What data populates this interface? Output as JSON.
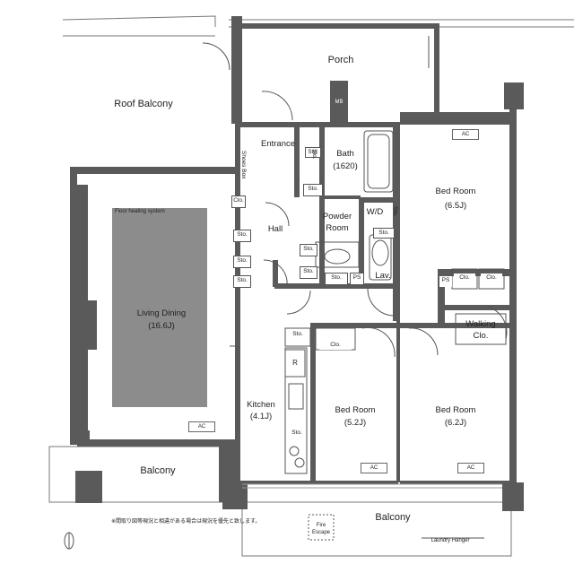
{
  "rooms": {
    "porch": "Porch",
    "roof_balcony": "Roof Balcony",
    "entrance": "Entrance",
    "bath": "Bath",
    "bath_size": "(1620)",
    "bed1": "Bed Room",
    "bed1_size": "(6.5J)",
    "powder": "Powder",
    "powder2": "Room",
    "wd": "W/D",
    "hall": "Hall",
    "lav": "Lav.",
    "living": "Living Dining",
    "living_size": "(16.6J)",
    "floor_heating": "Floor heating system",
    "walking": "Walking",
    "walking2": "Clo.",
    "kitchen": "Kitchen",
    "kitchen_size": "(4.1J)",
    "bed2": "Bed Room",
    "bed2_size": "(5.2J)",
    "bed3": "Bed Room",
    "bed3_size": "(6.2J)",
    "balcony_left": "Balcony",
    "balcony_bottom": "Balcony",
    "fire_escape1": "Fire",
    "fire_escape2": "Escape",
    "laundry": "Laundry Hanger",
    "shoes_box": "Shoes Box",
    "mb": "MB",
    "r": "R",
    "note": "※間取り図等現況と相違がある場合は現況を優先と致します。"
  },
  "storage": {
    "sto": "Sto.",
    "clo": "Clo.",
    "ps": "PS",
    "ac": "AC"
  },
  "colors": {
    "wall": "#5a5a5a",
    "floor_heating": "#8c8c8c",
    "line": "#444444"
  }
}
